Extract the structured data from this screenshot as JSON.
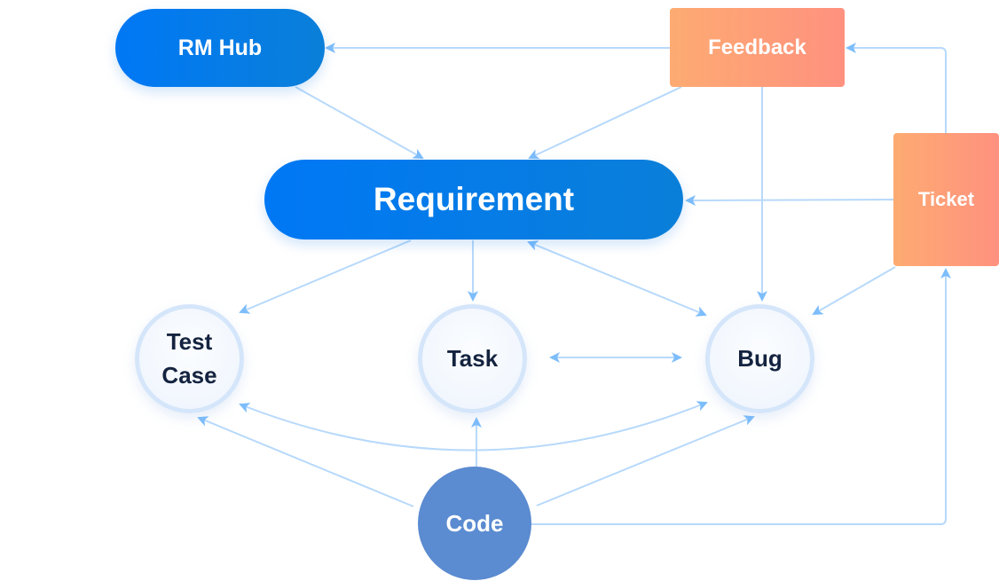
{
  "diagram": {
    "nodes": {
      "rm_hub": "RM Hub",
      "feedback": "Feedback",
      "ticket": "Ticket",
      "requirement": "Requirement",
      "test_case": "Test\nCase",
      "task": "Task",
      "bug": "Bug",
      "code": "Code"
    },
    "edges": [
      {
        "from": "Feedback",
        "to": "RM Hub"
      },
      {
        "from": "RM Hub",
        "to": "Requirement"
      },
      {
        "from": "Feedback",
        "to": "Requirement"
      },
      {
        "from": "Feedback",
        "to": "Bug"
      },
      {
        "from": "Ticket",
        "to": "Feedback"
      },
      {
        "from": "Ticket",
        "to": "Requirement"
      },
      {
        "from": "Ticket",
        "to": "Bug"
      },
      {
        "from": "Requirement",
        "to": "Test Case"
      },
      {
        "from": "Requirement",
        "to": "Task"
      },
      {
        "from": "Requirement",
        "to": "Bug",
        "bidirectional": true
      },
      {
        "from": "Task",
        "to": "Bug",
        "bidirectional": true
      },
      {
        "from": "Test Case",
        "to": "Bug",
        "bidirectional": true
      },
      {
        "from": "Code",
        "to": "Test Case"
      },
      {
        "from": "Code",
        "to": "Task"
      },
      {
        "from": "Code",
        "to": "Bug"
      },
      {
        "from": "Code",
        "to": "Ticket"
      }
    ],
    "colors": {
      "primary_blue": "#0078f5",
      "orange_start": "#fdab72",
      "orange_end": "#ff917f",
      "circle_border": "#d5e6fa",
      "circle_text": "#14233f",
      "code_fill": "#5b8bd0",
      "edge": "#b7d9fb",
      "arrowhead": "#7dbdfb"
    }
  }
}
